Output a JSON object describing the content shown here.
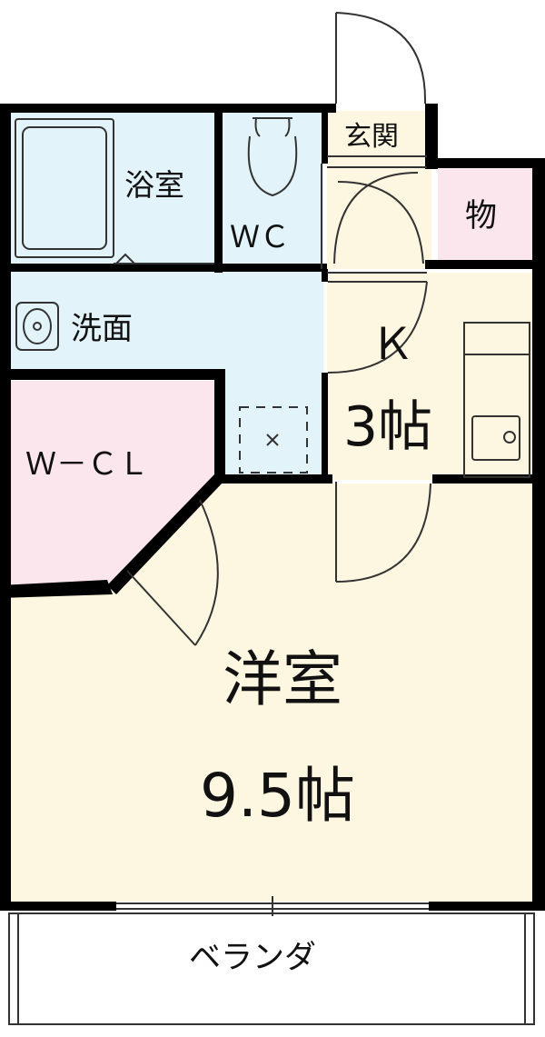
{
  "rooms": {
    "bath": "浴室",
    "wc": "ＷＣ",
    "entrance": "玄関",
    "storage": "物",
    "washroom": "洗面",
    "kitchen_name": "Ｋ",
    "kitchen_size": "3帖",
    "closet": "Ｗ－ＣＬ",
    "western_name": "洋室",
    "western_size": "9.5帖",
    "balcony": "ベランダ"
  },
  "colors": {
    "wall": "#000000",
    "wet_area": "#e3f3fa",
    "floor": "#fdf6e0",
    "closet": "#fce6ee",
    "fixture_line": "#333333"
  }
}
